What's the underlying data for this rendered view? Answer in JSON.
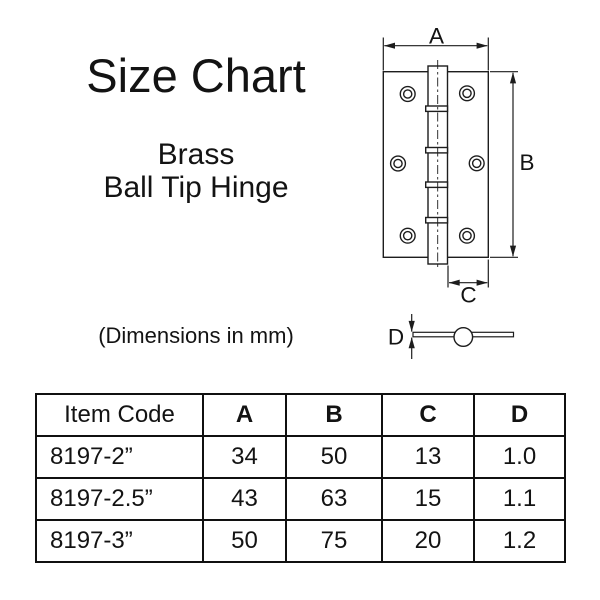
{
  "title": "Size Chart",
  "subtitle": {
    "line1": "Brass",
    "line2": "Ball Tip Hinge"
  },
  "note": "(Dimensions in mm)",
  "diagram": {
    "dim_labels": {
      "a": "A",
      "b": "B",
      "c": "C",
      "d": "D"
    }
  },
  "table": {
    "headers": [
      "Item Code",
      "A",
      "B",
      "C",
      "D"
    ],
    "rows": [
      [
        "8197-2”",
        "34",
        "50",
        "13",
        "1.0"
      ],
      [
        "8197-2.5”",
        "43",
        "63",
        "15",
        "1.1"
      ],
      [
        "8197-3”",
        "50",
        "75",
        "20",
        "1.2"
      ]
    ]
  },
  "colors": {
    "ink": "#131313",
    "line": "#1d1d1d",
    "background": "#ffffff"
  }
}
